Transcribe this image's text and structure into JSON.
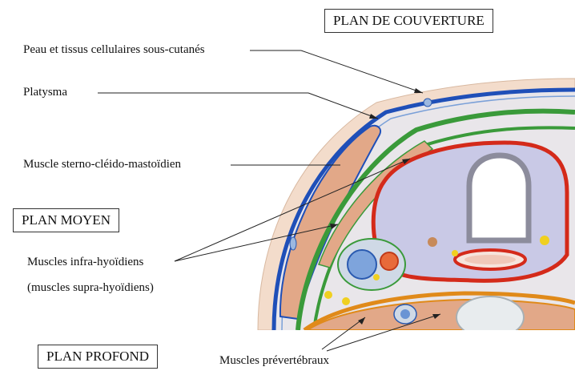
{
  "planes": {
    "covering": "PLAN DE COUVERTURE",
    "middle": "PLAN MOYEN",
    "deep": "PLAN PROFOND"
  },
  "labels": {
    "skin": "Peau et tissus cellulaires sous-cutanés",
    "platysma": "Platysma",
    "scm": "Muscle sterno-cléido-mastoïdien",
    "infrahyoid": "Muscles infra-hyoïdiens",
    "suprahyoid": "(muscles supra-hyoïdiens)",
    "prevertebral": "Muscles prévertébraux"
  },
  "colors": {
    "fascia_superficial": "#1f4fb8",
    "fascia_middle": "#3a9a3a",
    "fascia_visceral": "#d42a1a",
    "deep_fascia": "#e08a1a",
    "muscle": "#e2a888",
    "fat": "#f3dccb",
    "viscera": "#c9c9e6"
  }
}
